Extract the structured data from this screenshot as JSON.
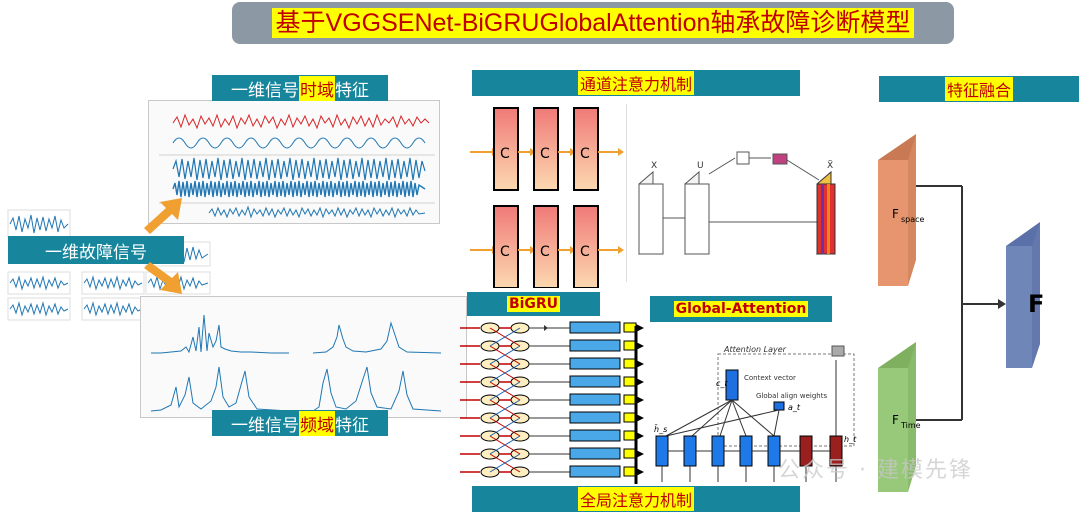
{
  "title": "基于VGGSENet-BiGRUGlobalAttention轴承故障诊断模型",
  "labels": {
    "time_feature": {
      "pre": "一维信号",
      "hl": "时域",
      "post": "特征"
    },
    "freq_feature": {
      "pre": "一维信号",
      "hl": "频域",
      "post": "特征"
    },
    "fault_signal": "一维故障信号",
    "channel_attention": "通道注意力机制",
    "bigru": "BiGRU",
    "global_attention_title": "Global-Attention",
    "global_attention_mech": "全局注意力机制",
    "feature_fusion": "特征融合"
  },
  "se_block": {
    "conv_letter": "C",
    "x_label": "X",
    "u_label": "U",
    "x_tilde": "X̃"
  },
  "attention_layer": {
    "title": "Attention Layer",
    "context_vector": "Context vector",
    "global_align": "Global align weights",
    "c_t": "c_t",
    "a_t": "a_t",
    "h_s": "h̄_s",
    "h_t": "h_t"
  },
  "fusion": {
    "f_space": "F",
    "f_space_sub": "space",
    "f_time": "F",
    "f_time_sub": "Time",
    "f_out": "F"
  },
  "watermark": "公众号 · 建模先锋",
  "colors": {
    "teal": "#17869c",
    "title_bg": "#8c99a4",
    "highlight_yellow": "#ffff00",
    "highlight_text": "#c00000",
    "conv_top": "#f07a78",
    "conv_bottom": "#fcd9b0",
    "arrow_orange": "#f0a030",
    "space_block": "#e6956e",
    "time_block": "#98c87a",
    "out_block": "#6f86b8"
  }
}
